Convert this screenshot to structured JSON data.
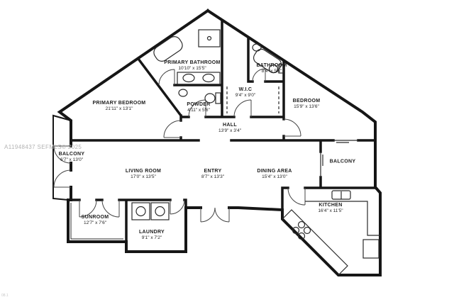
{
  "watermark": "A11948437  SEFMLS© 2025",
  "corner_mark": "08.1",
  "colors": {
    "wall": "#161616",
    "fixture": "#2a2a2a",
    "door_arc": "#444444",
    "text": "#1c1c1c",
    "watermark": "#b3b3b3"
  },
  "rooms": [
    {
      "name": "PRIMARY BATHROOM",
      "dims": "10'10\" x 15'5\""
    },
    {
      "name": "BATHROOM",
      "dims": "8'4\" x 5'3\""
    },
    {
      "name": "PRIMARY BEDROOM",
      "dims": "21'11\" x 13'1\""
    },
    {
      "name": "W.I.C",
      "dims": "9'4\" x 9'0\""
    },
    {
      "name": "BEDROOM",
      "dims": "15'9\" x 13'6\""
    },
    {
      "name": "POWDER",
      "dims": "4'11\" x 5'6\""
    },
    {
      "name": "HALL",
      "dims": "13'9\" x 3'4\""
    },
    {
      "name": "BALCONY",
      "dims": "6'7\" x 13'0\""
    },
    {
      "name": "LIVING ROOM",
      "dims": "17'0\" x 13'5\""
    },
    {
      "name": "ENTRY",
      "dims": "8'7\" x 13'3\""
    },
    {
      "name": "DINING AREA",
      "dims": "15'4\" x 13'0\""
    },
    {
      "name": "BALCONY",
      "dims": ""
    },
    {
      "name": "SUNROOM",
      "dims": "12'7\" x 7'6\""
    },
    {
      "name": "LAUNDRY",
      "dims": "9'1\" x 7'2\""
    },
    {
      "name": "KITCHEN",
      "dims": "16'4\" x 11'5\""
    }
  ]
}
